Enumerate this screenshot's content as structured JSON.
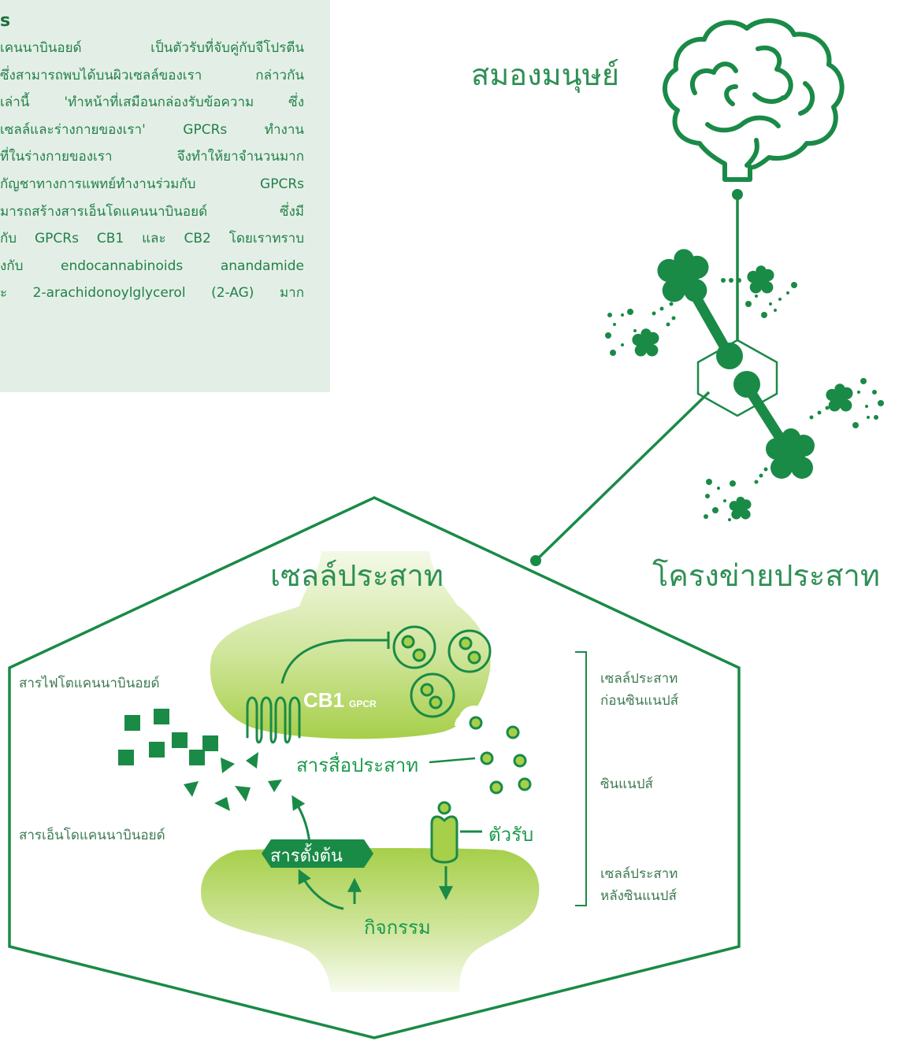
{
  "intro": {
    "corner_letter": "s",
    "lines": [
      "เคนนาบินอยด์ เป็นตัวรับที่จับคู่กับจีโปรตีน",
      "ซึ่งสามารถพบได้บนผิวเซลล์ของเรา กล่าวกัน",
      "เล่านี้ 'ทำหน้าที่เสมือนกล่องรับข้อความ ซึ่ง",
      "เซลล์และร่างกายของเรา' GPCRs ทำงาน",
      "ที่ในร่างกายของเรา จึงทำให้ยาจำนวนมาก",
      "กัญชาทางการแพทย์ทำงานร่วมกับ GPCRs",
      "มารถสร้างสารเอ็นโดแคนนาบินอยด์ ซึ่งมี",
      "กับ GPCRs CB1 และ CB2 โดยเราทราบ",
      "งกับ endocannabinoids anandamide",
      "ะ 2-arachidonoylglycerol (2-AG) มาก"
    ]
  },
  "labels": {
    "brain": "สมองมนุษย์",
    "network": "โครงข่ายประสาท",
    "neuron": "เซลล์ประสาท",
    "phyto": "สารไฟโตแคนนาบินอยด์",
    "endo": "สารเอ็นโดแคนนาบินอยด์",
    "neurotransmitter": "สารสื่อประสาท",
    "receptor": "ตัวรับ",
    "activity": "กิจกรรม",
    "precursor": "สารตั้งต้น",
    "cb1_main": "CB1",
    "cb1_sub": "GPCR",
    "pre_line1": "เซลล์ประสาท",
    "pre_line2": "ก่อนซินแนปส์",
    "synapse": "ซินแนปส์",
    "post_line1": "เซลล์ประสาท",
    "post_line2": "หลังซินแนปส์"
  },
  "colors": {
    "dark_green": "#1a8a47",
    "light_green": "#a6cf4a",
    "pale_green": "#e3efe6"
  }
}
